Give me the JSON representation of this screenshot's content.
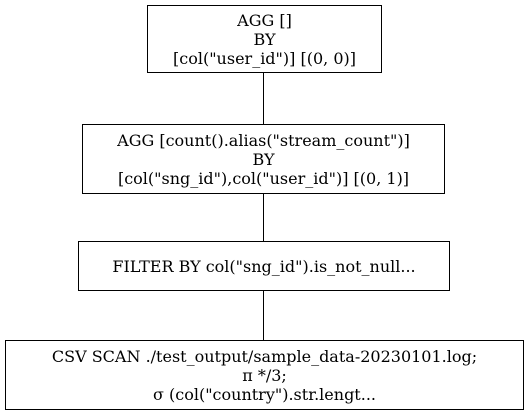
{
  "diagram": {
    "nodes": [
      {
        "id": "agg-root",
        "lines": [
          "AGG []",
          "BY",
          "[col(\"user_id\")] [(0, 0)]"
        ]
      },
      {
        "id": "agg-count",
        "lines": [
          "AGG [count().alias(\"stream_count\")]",
          "BY",
          "[col(\"sng_id\"),col(\"user_id\")] [(0, 1)]"
        ]
      },
      {
        "id": "filter",
        "lines": [
          "FILTER BY col(\"sng_id\").is_not_null..."
        ]
      },
      {
        "id": "csv-scan",
        "lines": [
          "CSV SCAN ./test_output/sample_data-20230101.log;",
          "π */3;",
          "σ (col(\"country\").str.lengt..."
        ]
      }
    ],
    "edges": [
      {
        "from": "agg-root",
        "to": "agg-count"
      },
      {
        "from": "agg-count",
        "to": "filter"
      },
      {
        "from": "filter",
        "to": "csv-scan"
      }
    ]
  }
}
